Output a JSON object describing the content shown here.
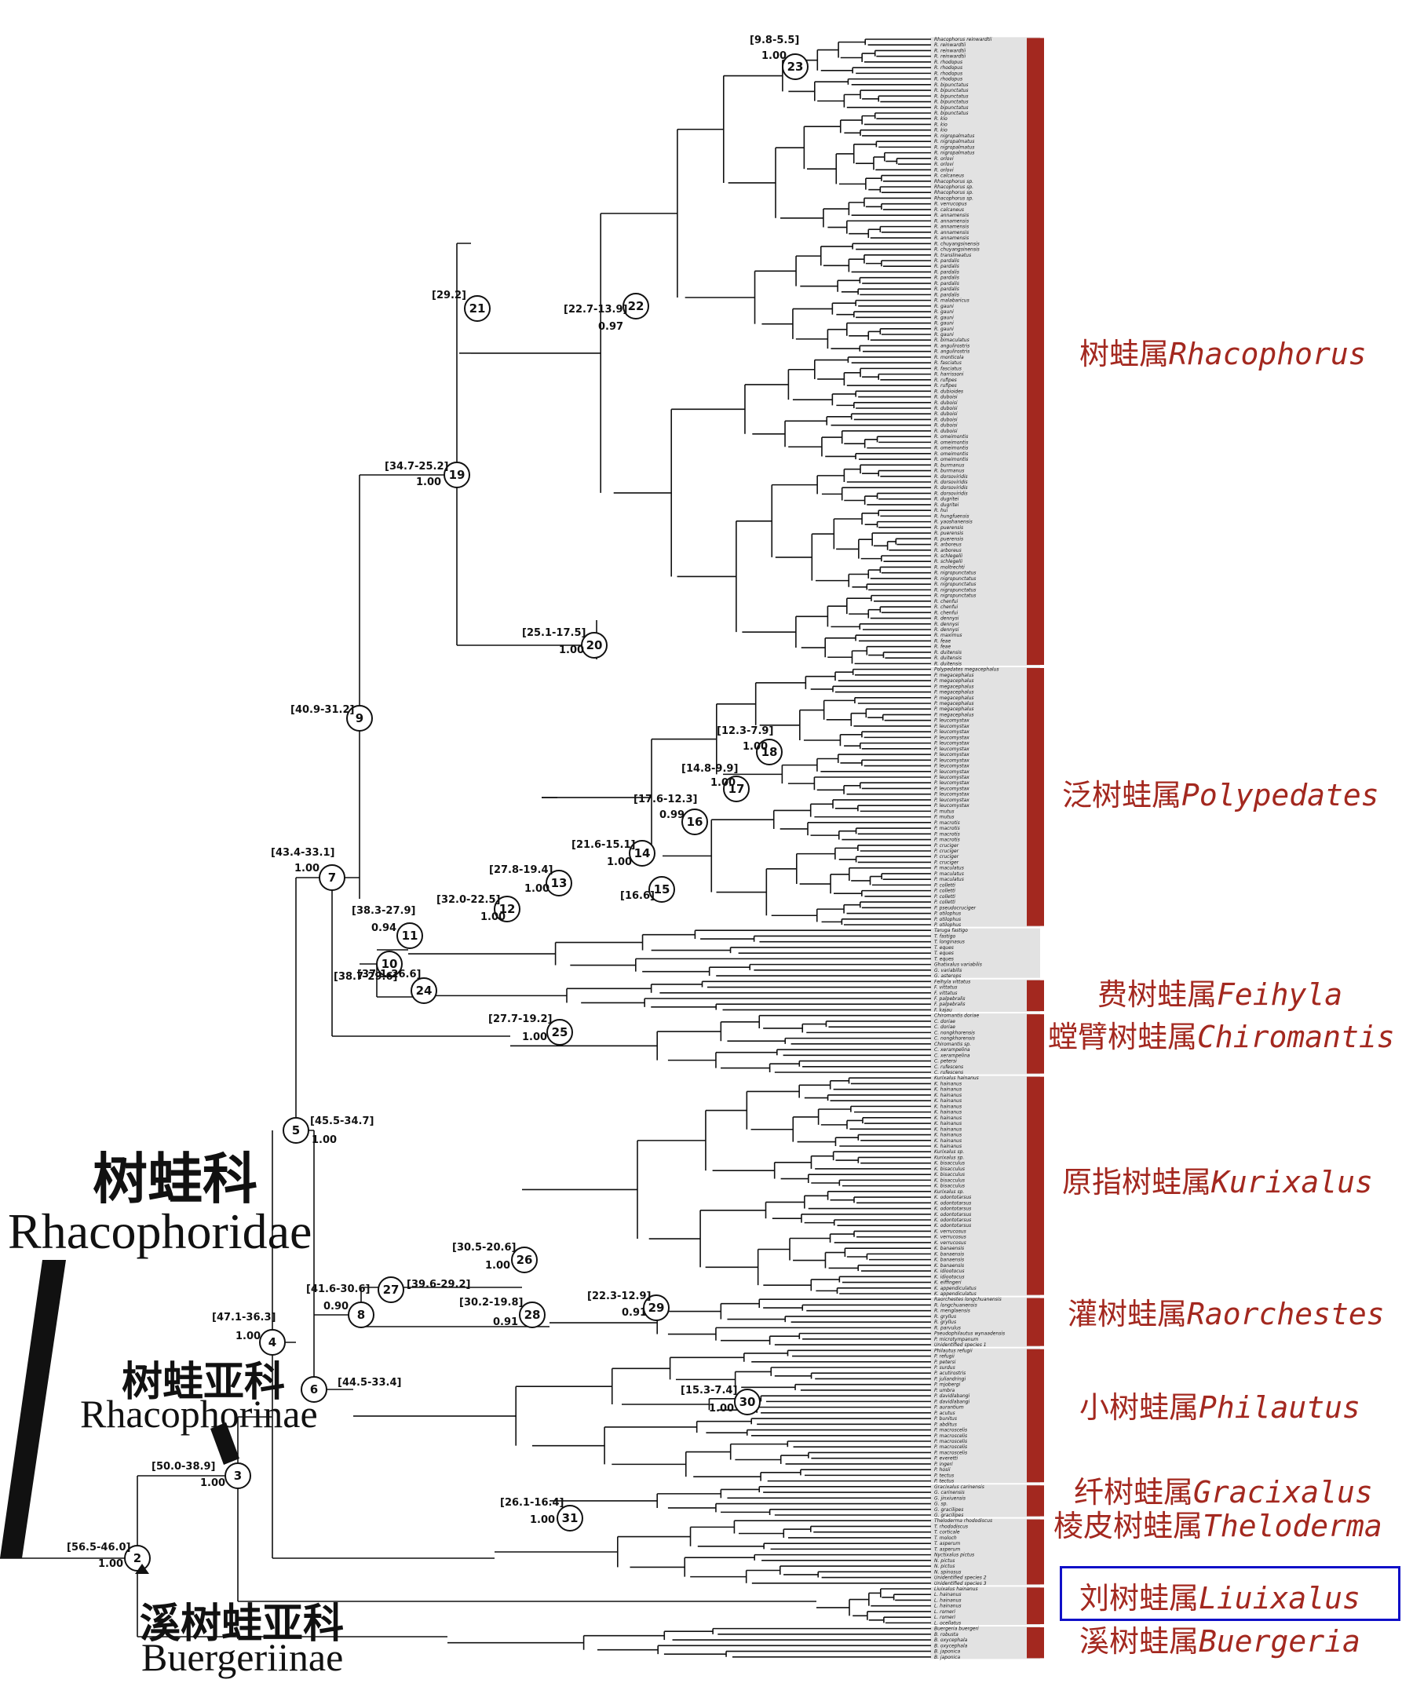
{
  "colors": {
    "genus": "#a3281f",
    "bar": "#a3281f",
    "shade": "#e2e2e2",
    "highlight": "#1010c8"
  },
  "families": {
    "family_cn": "树蛙科",
    "family_en": "Rhacophoridae",
    "subfamily1_cn": "树蛙亚科",
    "subfamily1_en": "Rhacophorinae",
    "subfamily2_cn": "溪树蛙亚科",
    "subfamily2_en": "Buergeriinae"
  },
  "genera": [
    {
      "cn": "树蛙属",
      "latin": "Rhacophorus"
    },
    {
      "cn": "泛树蛙属",
      "latin": "Polypedates"
    },
    {
      "cn": "费树蛙属",
      "latin": "Feihyla"
    },
    {
      "cn": "螳臂树蛙属",
      "latin": "Chiromantis"
    },
    {
      "cn": "原指树蛙属",
      "latin": "Kurixalus"
    },
    {
      "cn": "灌树蛙属",
      "latin": "Raorchestes"
    },
    {
      "cn": "小树蛙属",
      "latin": "Philautus"
    },
    {
      "cn": "纤树蛙属",
      "latin": "Gracixalus"
    },
    {
      "cn": "棱皮树蛙属",
      "latin": "Theloderma"
    },
    {
      "cn": "刘树蛙属",
      "latin": "Liuixalus"
    },
    {
      "cn": "溪树蛙属",
      "latin": "Buergeria"
    }
  ],
  "nodes": [
    {
      "id": "2",
      "range": "[56.5-46.0]",
      "support": "1.00"
    },
    {
      "id": "3",
      "range": "[50.0-38.9]",
      "support": "1.00"
    },
    {
      "id": "4",
      "range": "[47.1-36.3]",
      "support": "1.00"
    },
    {
      "id": "5",
      "range": "[45.5-34.7]",
      "support": "1.00"
    },
    {
      "id": "6",
      "range": "[44.5-33.4]",
      "support": ""
    },
    {
      "id": "7",
      "range": "[43.4-33.1]",
      "support": "1.00"
    },
    {
      "id": "8",
      "range": "[41.6-30.6]",
      "support": "0.90"
    },
    {
      "id": "9",
      "range": "[40.9-31.2]",
      "support": ""
    },
    {
      "id": "10",
      "range": "[38.7-29.6]",
      "support": ""
    },
    {
      "id": "11",
      "range": "[38.3-27.9]",
      "support": "0.94"
    },
    {
      "id": "12",
      "range": "[32.0-22.5]",
      "support": "1.00"
    },
    {
      "id": "13",
      "range": "[27.8-19.4]",
      "support": "1.00"
    },
    {
      "id": "14",
      "range": "[21.6-15.1]",
      "support": "1.00"
    },
    {
      "id": "15",
      "range": "[16.6]",
      "support": ""
    },
    {
      "id": "16",
      "range": "[17.6-12.3]",
      "support": "0.99"
    },
    {
      "id": "17",
      "range": "[14.8-9.9]",
      "support": "1.00"
    },
    {
      "id": "18",
      "range": "[12.3-7.9]",
      "support": "1.00"
    },
    {
      "id": "19",
      "range": "[34.7-25.2]",
      "support": "1.00"
    },
    {
      "id": "20",
      "range": "[25.1-17.5]",
      "support": "1.00"
    },
    {
      "id": "21",
      "range": "[29.2]",
      "support": ""
    },
    {
      "id": "22",
      "range": "[22.7-13.9]",
      "support": "0.97"
    },
    {
      "id": "23",
      "range": "[9.8-5.5]",
      "support": "1.00"
    },
    {
      "id": "24",
      "range": "[37.1-26.6]",
      "support": ""
    },
    {
      "id": "25",
      "range": "[27.7-19.2]",
      "support": "1.00"
    },
    {
      "id": "26",
      "range": "[30.5-20.6]",
      "support": "1.00"
    },
    {
      "id": "27",
      "range": "[39.6-29.2]",
      "support": ""
    },
    {
      "id": "28",
      "range": "[30.2-19.8]",
      "support": "0.91"
    },
    {
      "id": "29",
      "range": "[22.3-12.9]",
      "support": "0.91"
    },
    {
      "id": "30",
      "range": "[15.3-7.4]",
      "support": "1.00"
    },
    {
      "id": "31",
      "range": "[26.1-16.4]",
      "support": "1.00"
    }
  ],
  "tip_groups": [
    {
      "genus": "Rhacophorus",
      "tips": [
        "Rhacophorus reinwardtii",
        "R. reinwardtii",
        "R. reinwardtii",
        "R. reinwardtii",
        "R. rhodopus",
        "R. rhodopus",
        "R. rhodopus",
        "R. rhodopus",
        "R. bipunctatus",
        "R. bipunctatus",
        "R. bipunctatus",
        "R. bipunctatus",
        "R. bipunctatus",
        "R. bipunctatus",
        "R. kio",
        "R. kio",
        "R. kio",
        "R. nigropalmatus",
        "R. nigropalmatus",
        "R. nigropalmatus",
        "R. nigropalmatus",
        "R. orlovi",
        "R. orlovi",
        "R. orlovi",
        "R. calcaneus",
        "Rhacophorus sp.",
        "Rhacophorus sp.",
        "Rhacophorus sp.",
        "Rhacophorus sp.",
        "R. verrucopus",
        "R. calcaneus",
        "R. annamensis",
        "R. annamensis",
        "R. annamensis",
        "R. annamensis",
        "R. annamensis",
        "R. chuyangsinensis",
        "R. chuyangsinensis",
        "R. translineatus",
        "R. pardalis",
        "R. pardalis",
        "R. pardalis",
        "R. pardalis",
        "R. pardalis",
        "R. pardalis",
        "R. pardalis",
        "R. malabaricus",
        "R. gauni",
        "R. gauni",
        "R. gauni",
        "R. gauni",
        "R. gauni",
        "R. gauni",
        "R. bimaculatus",
        "R. angulirostris",
        "R. angulirostris",
        "R. monticola",
        "R. fasciatus",
        "R. fasciatus",
        "R. harrissoni",
        "R. rufipes",
        "R. rufipes",
        "R. dubioides",
        "R. duboisi",
        "R. duboisi",
        "R. duboisi",
        "R. duboisi",
        "R. duboisi",
        "R. duboisi",
        "R. duboisi",
        "R. omeimontis",
        "R. omeimontis",
        "R. omeimontis",
        "R. omeimontis",
        "R. omeimontis",
        "R. burmanus",
        "R. burmanus",
        "R. dorsoviridis",
        "R. dorsoviridis",
        "R. dorsoviridis",
        "R. dorsoviridis",
        "R. dugritei",
        "R. dugritei",
        "R. hui",
        "R. hungfuensis",
        "R. yaoshanensis",
        "R. puerensis",
        "R. puerensis",
        "R. puerensis",
        "R. arboreus",
        "R. arboreus",
        "R. schlegelii",
        "R. schlegelii",
        "R. moltrechti",
        "R. nigropunctatus",
        "R. nigropunctatus",
        "R. nigropunctatus",
        "R. nigropunctatus",
        "R. nigropunctatus",
        "R. chenfui",
        "R. chenfui",
        "R. chenfui",
        "R. dennysi",
        "R. dennysi",
        "R. dennysi",
        "R. maximus",
        "R. feae",
        "R. feae",
        "R. duitensis",
        "R. duitensis",
        "R. duitensis"
      ]
    },
    {
      "genus": "Polypedates",
      "tips": [
        "Polypedates megacephalus",
        "P. megacephalus",
        "P. megacephalus",
        "P. megacephalus",
        "P. megacephalus",
        "P. megacephalus",
        "P. megacephalus",
        "P. megacephalus",
        "P. megacephalus",
        "P. leucomystax",
        "P. leucomystax",
        "P. leucomystax",
        "P. leucomystax",
        "P. leucomystax",
        "P. leucomystax",
        "P. leucomystax",
        "P. leucomystax",
        "P. leucomystax",
        "P. leucomystax",
        "P. leucomystax",
        "P. leucomystax",
        "P. leucomystax",
        "P. leucomystax",
        "P. leucomystax",
        "P. leucomystax",
        "P. mutus",
        "P. mutus",
        "P. macrotis",
        "P. macrotis",
        "P. macrotis",
        "P. macrotis",
        "P. cruciger",
        "P. cruciger",
        "P. cruciger",
        "P. cruciger",
        "P. maculatus",
        "P. maculatus",
        "P. maculatus",
        "P. colletti",
        "P. colletti",
        "P. colletti",
        "P. colletti",
        "P. pseudocruciger",
        "P. otilophus",
        "P. otilophus",
        "P. otilophus"
      ]
    },
    {
      "genus": "Taruga",
      "tips": [
        "Taruga fastigo",
        "T. fastigo",
        "T. longinasus",
        "T. eques",
        "T. eques",
        "T. eques",
        "Ghatixalus variabilis",
        "G. variabilis",
        "G. asterops"
      ]
    },
    {
      "genus": "Feihyla",
      "tips": [
        "Feihyla vittatus",
        "F. vittatus",
        "F. vittatus",
        "F. palpebralis",
        "F. palpebralis",
        "F. kajau"
      ]
    },
    {
      "genus": "Chiromantis",
      "tips": [
        "Chiromantis doriae",
        "C. doriae",
        "C. doriae",
        "C. nongkhorensis",
        "C. nongkhorensis",
        "Chiromantis sp.",
        "C. xerampelina",
        "C. xerampelina",
        "C. petersi",
        "C. rufescens",
        "C. rufescens"
      ]
    },
    {
      "genus": "Kurixalus",
      "tips": [
        "Kurixalus hainanus",
        "K. hainanus",
        "K. hainanus",
        "K. hainanus",
        "K. hainanus",
        "K. hainanus",
        "K. hainanus",
        "K. hainanus",
        "K. hainanus",
        "K. hainanus",
        "K. hainanus",
        "K. hainanus",
        "K. hainanus",
        "Kurixalus sp.",
        "Kurixalus sp.",
        "K. bisacculus",
        "K. bisacculus",
        "K. bisacculus",
        "K. bisacculus",
        "K. bisacculus",
        "Kurixalus sp.",
        "K. odontotarsus",
        "K. odontotarsus",
        "K. odontotarsus",
        "K. odontotarsus",
        "K. odontotarsus",
        "K. odontotarsus",
        "K. verrucosus",
        "K. verrucosus",
        "K. verrucosus",
        "K. banaensis",
        "K. banaensis",
        "K. banaensis",
        "K. banaensis",
        "K. idiootocus",
        "K. idiootocus",
        "K. eiffingeri",
        "K. appendiculatus",
        "K. appendiculatus"
      ]
    },
    {
      "genus": "Raorchestes",
      "tips": [
        "Raorchestes longchuanensis",
        "R. longchuanensis",
        "R. menglaensis",
        "R. gryllus",
        "R. gryllus",
        "R. parvulus",
        "Pseudophilautus wynaadensis",
        "P. microtympanum",
        "Unidentified species 1"
      ]
    },
    {
      "genus": "Philautus",
      "tips": [
        "Philautus refugii",
        "P. refugii",
        "P. petersi",
        "P. surdus",
        "P. acutirostris",
        "P. juliandringi",
        "P. mjobergi",
        "P. umbra",
        "P. davidlabangi",
        "P. davidlabangi",
        "P. aurantium",
        "P. acutus",
        "P. bunitus",
        "P. abditus",
        "P. macroscelis",
        "P. macroscelis",
        "P. macroscelis",
        "P. macroscelis",
        "P. macroscelis",
        "P. everetti",
        "P. ingeri",
        "P. hosii",
        "P. tectus",
        "P. tectus"
      ]
    },
    {
      "genus": "Gracixalus",
      "tips": [
        "Gracixalus carinensis",
        "G. carinensis",
        "G. jinxiuensis",
        "G. sp.",
        "G. gracilipes",
        "G. gracilipes"
      ]
    },
    {
      "genus": "Theloderma",
      "tips": [
        "Theloderma rhododiscus",
        "T. rhododiscus",
        "T. corticale",
        "T. moloch",
        "T. asperum",
        "T. asperum",
        "Nyctixalus pictus",
        "N. pictus",
        "N. pictus",
        "N. spinosus",
        "Unidentified species 2",
        "Unidentified species 3"
      ]
    },
    {
      "genus": "Liuixalus",
      "tips": [
        "Liuixalus hainanus",
        "L. hainanus",
        "L. hainanus",
        "L. hainanus",
        "L. romeri",
        "L. romeri",
        "L. ocellatus"
      ]
    },
    {
      "genus": "Buergeria",
      "tips": [
        "Buergeria buergeri",
        "B. robusta",
        "B. oxycephala",
        "B. oxycephala",
        "B. japonica",
        "B. japonica"
      ]
    }
  ]
}
